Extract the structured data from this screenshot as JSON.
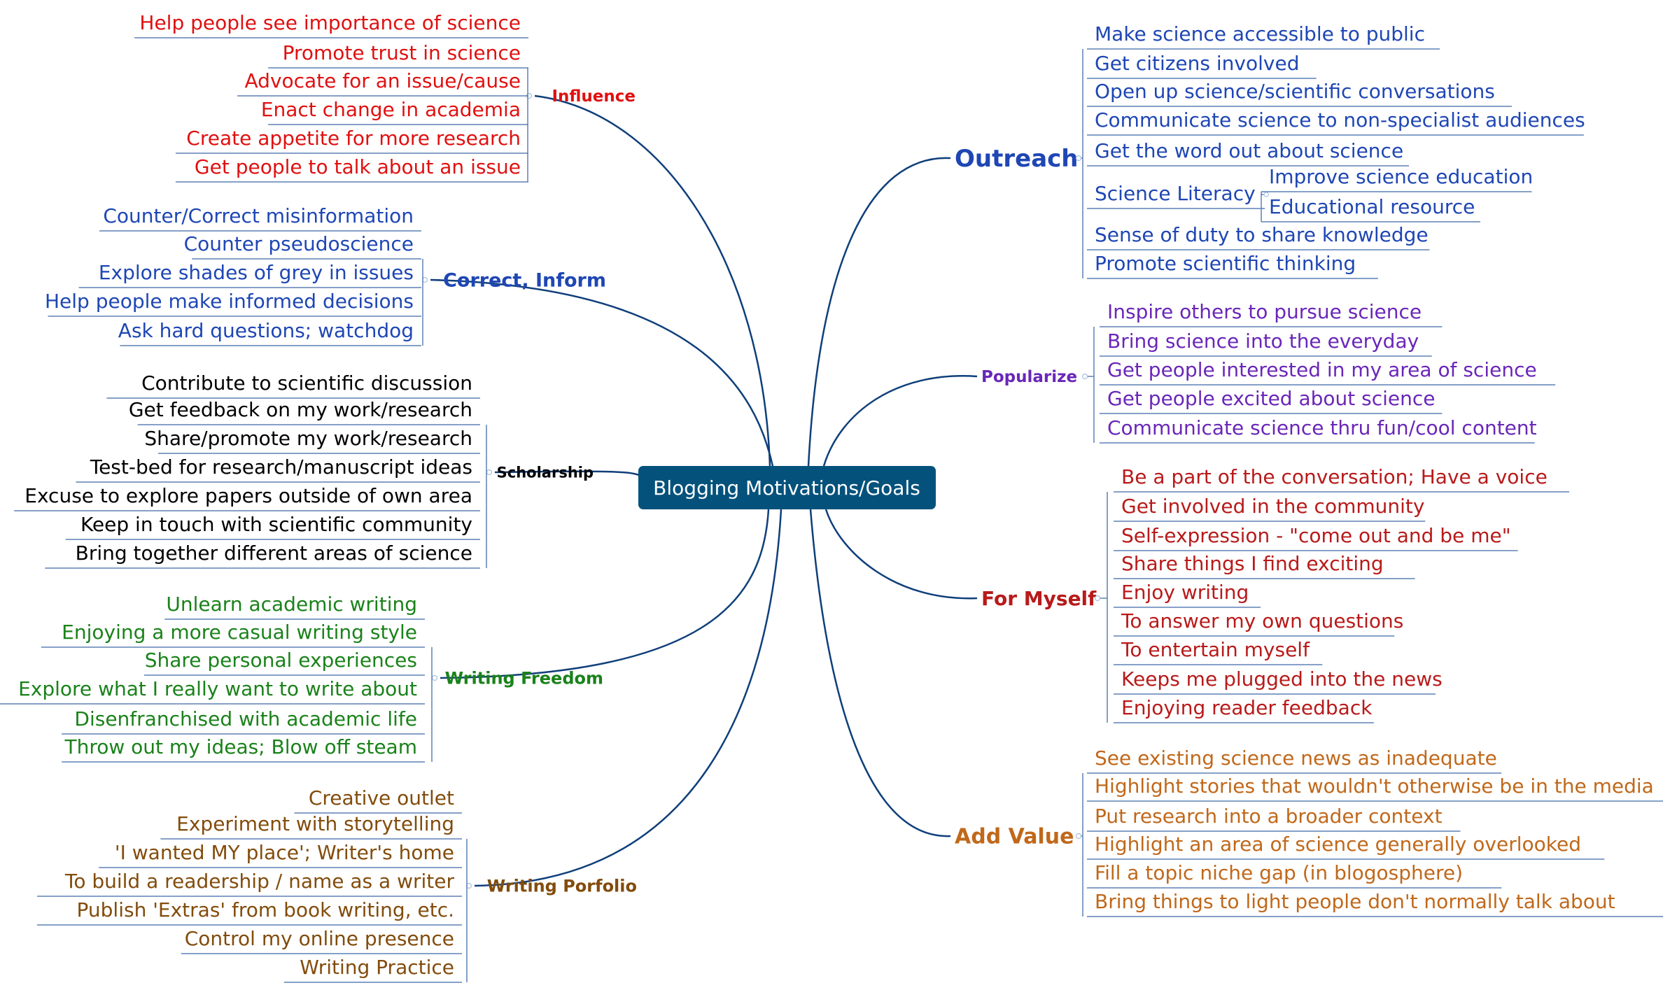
{
  "colors": {
    "edge": "#0f3f7a",
    "link": "#5d80b6",
    "center_fill": "#04527c",
    "center_text": "#ffffff",
    "influence": "#e01010",
    "correct": "#1e46b4",
    "scholarship": "#000000",
    "freedom": "#1a821a",
    "portfolio": "#824c0c",
    "outreach": "#1e46b4",
    "popularize": "#6a26b8",
    "myself": "#b81a1a",
    "addvalue": "#c0681a"
  },
  "center": {
    "label": "Blogging Motivations/Goals"
  },
  "branches": [
    {
      "id": "influence",
      "label": "Influence",
      "side": "left",
      "color_key": "influence",
      "items": [
        {
          "label": "Help people see importance of science"
        },
        {
          "label": "Promote trust in science"
        },
        {
          "label": "Advocate for an issue/cause"
        },
        {
          "label": "Enact change in academia"
        },
        {
          "label": "Create appetite for more research"
        },
        {
          "label": "Get people to talk about an issue"
        }
      ]
    },
    {
      "id": "correct",
      "label": "Correct, Inform",
      "side": "left",
      "color_key": "correct",
      "items": [
        {
          "label": "Counter/Correct misinformation"
        },
        {
          "label": "Counter pseudoscience"
        },
        {
          "label": "Explore shades of grey in issues"
        },
        {
          "label": "Help people make informed decisions"
        },
        {
          "label": "Ask hard questions; watchdog"
        }
      ]
    },
    {
      "id": "scholarship",
      "label": "Scholarship",
      "side": "left",
      "color_key": "scholarship",
      "items": [
        {
          "label": "Contribute to scientific discussion"
        },
        {
          "label": "Get feedback on my work/research"
        },
        {
          "label": "Share/promote my work/research"
        },
        {
          "label": "Test-bed for research/manuscript ideas"
        },
        {
          "label": "Excuse to explore papers outside of own area"
        },
        {
          "label": "Keep in touch with scientific community"
        },
        {
          "label": "Bring together different areas of science"
        }
      ]
    },
    {
      "id": "freedom",
      "label": "Writing Freedom",
      "side": "left",
      "color_key": "freedom",
      "items": [
        {
          "label": "Unlearn academic writing"
        },
        {
          "label": "Enjoying a more casual writing style"
        },
        {
          "label": "Share personal experiences"
        },
        {
          "label": "Explore what I really want to write about"
        },
        {
          "label": "Disenfranchised with academic life"
        },
        {
          "label": "Throw out my ideas; Blow off steam"
        }
      ]
    },
    {
      "id": "portfolio",
      "label": "Writing Porfolio",
      "side": "left",
      "color_key": "portfolio",
      "items": [
        {
          "label": "Creative outlet"
        },
        {
          "label": "Experiment with storytelling"
        },
        {
          "label": "'I wanted MY place'; Writer's home"
        },
        {
          "label": "To build a readership / name as a writer"
        },
        {
          "label": "Publish 'Extras' from book writing, etc."
        },
        {
          "label": "Control my online presence"
        },
        {
          "label": "Writing Practice"
        }
      ]
    },
    {
      "id": "outreach",
      "label": "Outreach",
      "side": "right",
      "color_key": "outreach",
      "items": [
        {
          "label": "Make science accessible to public"
        },
        {
          "label": "Get citizens involved"
        },
        {
          "label": "Open up science/scientific conversations"
        },
        {
          "label": "Communicate science to non-specialist audiences"
        },
        {
          "label": "Get the word out about science"
        },
        {
          "label": "Science Literacy",
          "children": [
            {
              "label": "Improve science education"
            },
            {
              "label": "Educational resource"
            }
          ]
        },
        {
          "label": "Sense of duty to share knowledge"
        },
        {
          "label": "Promote scientific thinking"
        }
      ]
    },
    {
      "id": "popularize",
      "label": "Popularize",
      "side": "right",
      "color_key": "popularize",
      "items": [
        {
          "label": "Inspire others to pursue science"
        },
        {
          "label": "Bring science into the everyday"
        },
        {
          "label": "Get people interested in my area of science"
        },
        {
          "label": "Get people excited about science"
        },
        {
          "label": "Communicate science thru fun/cool content"
        }
      ]
    },
    {
      "id": "myself",
      "label": "For Myself",
      "side": "right",
      "color_key": "myself",
      "items": [
        {
          "label": "Be a part of the conversation; Have a voice"
        },
        {
          "label": "Get involved in the community"
        },
        {
          "label": "Self-expression - \"come out and be me\""
        },
        {
          "label": "Share things I find exciting"
        },
        {
          "label": "Enjoy writing"
        },
        {
          "label": "To answer my own questions"
        },
        {
          "label": "To entertain myself"
        },
        {
          "label": "Keeps me plugged into the news"
        },
        {
          "label": "Enjoying reader feedback"
        }
      ]
    },
    {
      "id": "addvalue",
      "label": "Add Value",
      "side": "right",
      "color_key": "addvalue",
      "items": [
        {
          "label": "See existing science news as inadequate"
        },
        {
          "label": "Highlight stories that wouldn't otherwise be in the media"
        },
        {
          "label": "Put research into a broader context"
        },
        {
          "label": "Highlight an area of science generally overlooked"
        },
        {
          "label": "Fill a topic niche gap (in blogosphere)"
        },
        {
          "label": "Bring things to light  people don't normally talk about"
        }
      ]
    }
  ]
}
